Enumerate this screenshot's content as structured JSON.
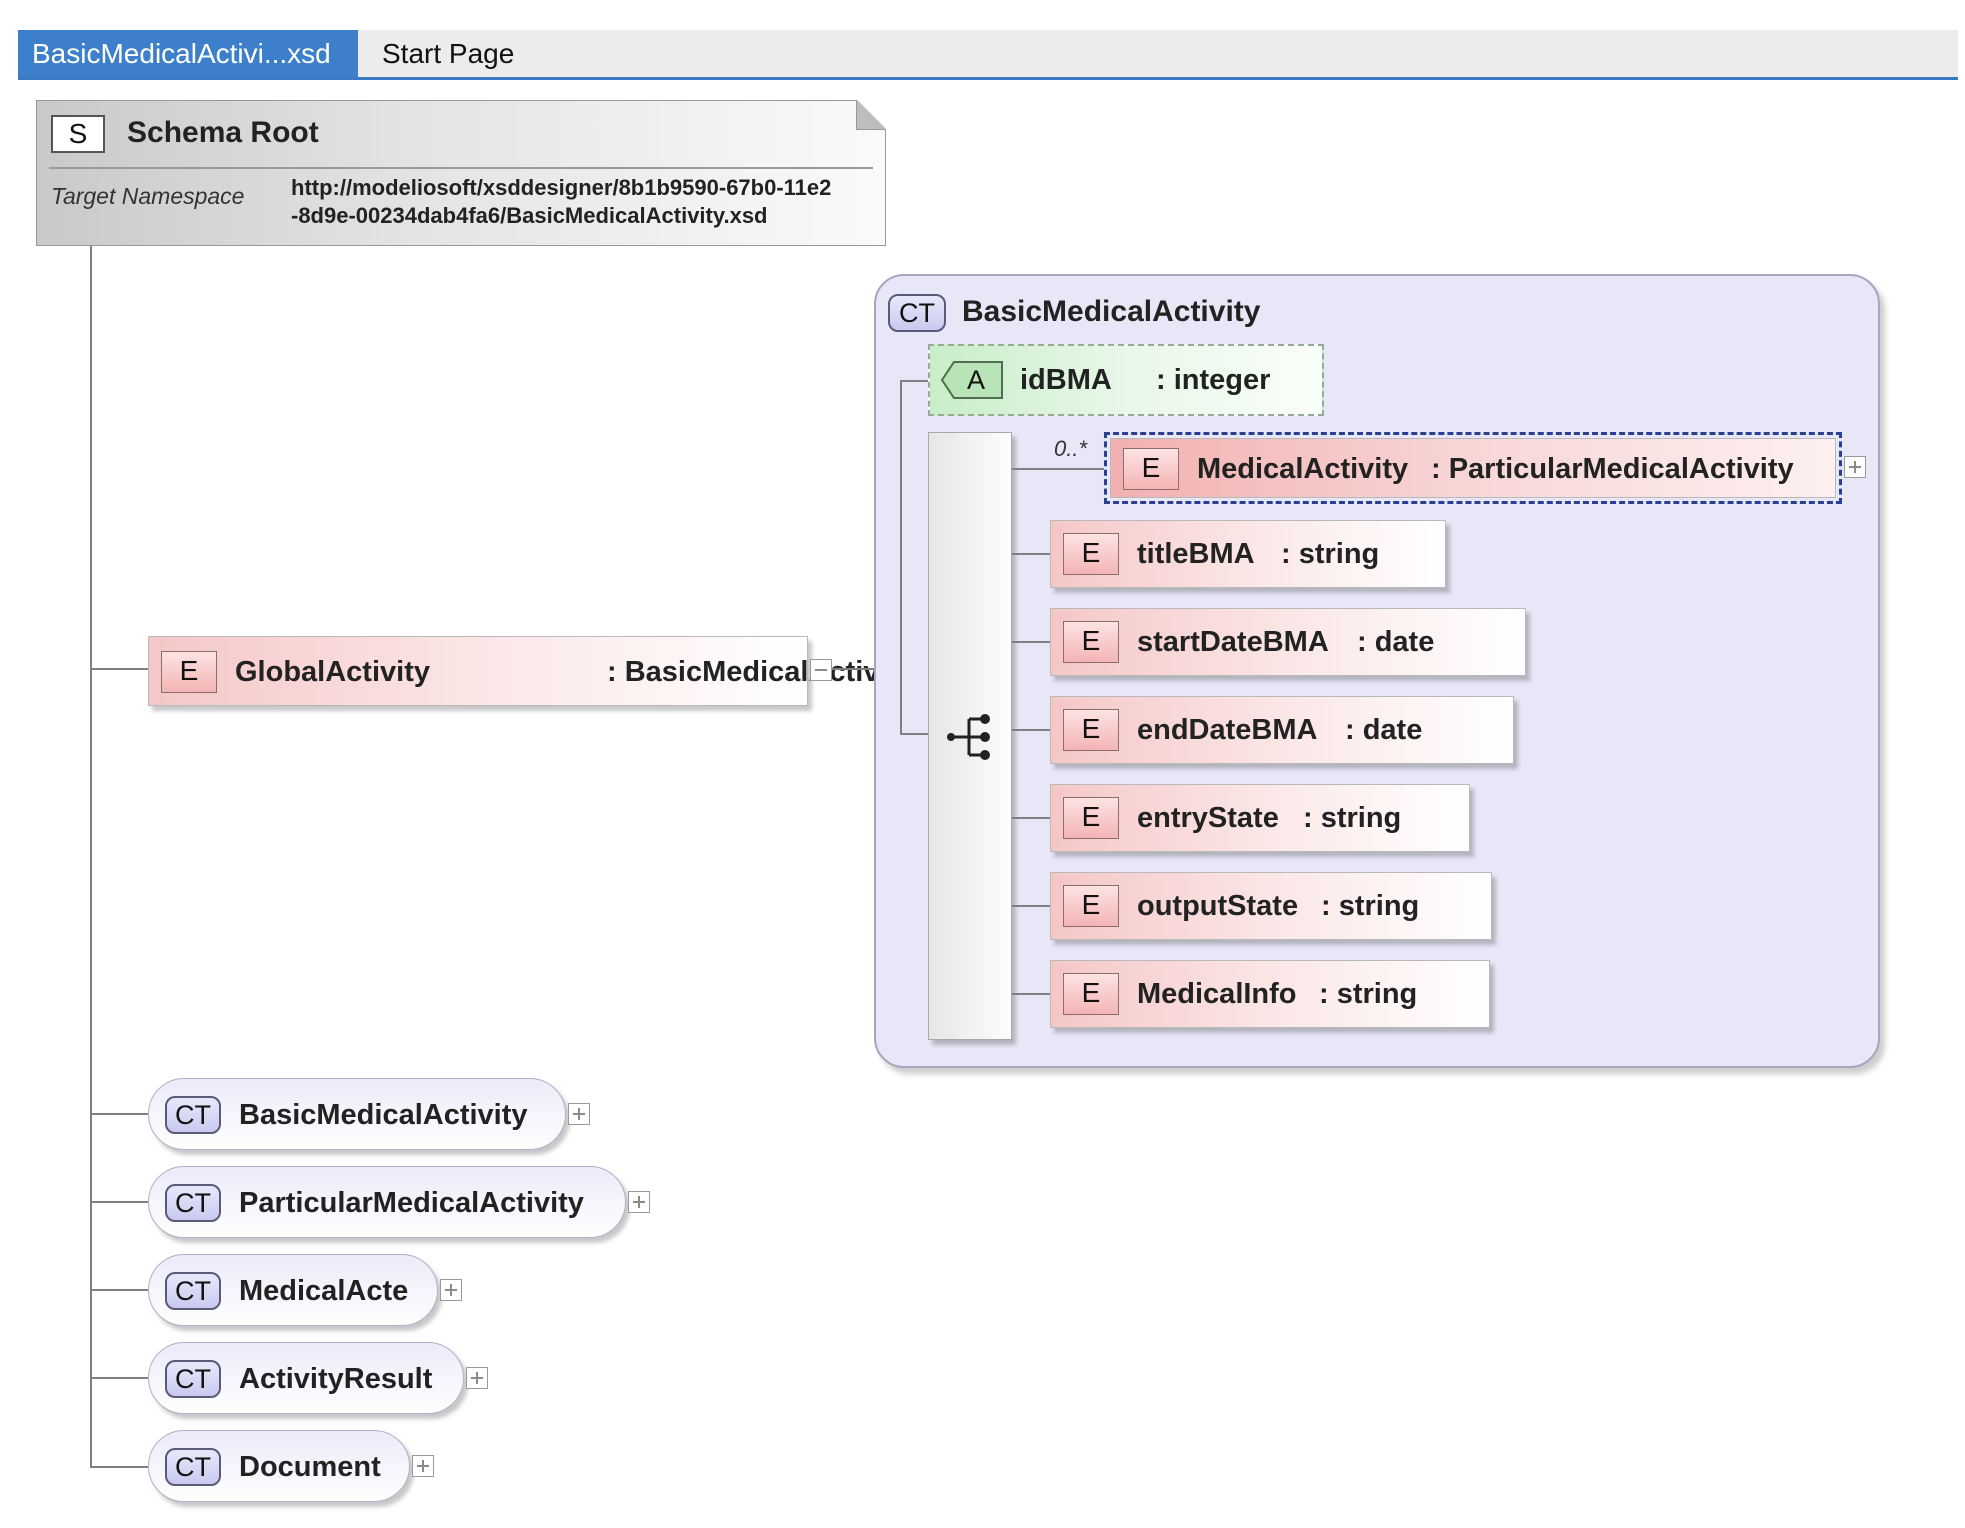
{
  "tabs": [
    {
      "label": "BasicMedicalActivi...xsd",
      "active": true
    },
    {
      "label": "Start Page",
      "active": false
    }
  ],
  "schema_root": {
    "badge": "S",
    "title": "Schema Root",
    "namespace_label": "Target Namespace",
    "namespace_line1": "http://modeliosoft/xsddesigner/8b1b9590-67b0-11e2",
    "namespace_line2": "-8d9e-00234dab4fa6/BasicMedicalActivity.xsd"
  },
  "global_element": {
    "badge": "E",
    "name": "GlobalActivity",
    "type": ": BasicMedicalActivity"
  },
  "complex_type_panel": {
    "badge": "CT",
    "title": "BasicMedicalActivity",
    "attribute": {
      "badge": "A",
      "name": "idBMA",
      "type": ": integer"
    },
    "multiplicity": "0..*",
    "elements": [
      {
        "badge": "E",
        "name": "MedicalActivity",
        "type": ": ParticularMedicalActivity"
      },
      {
        "badge": "E",
        "name": "titleBMA",
        "type": ": string"
      },
      {
        "badge": "E",
        "name": "startDateBMA",
        "type": ": date"
      },
      {
        "badge": "E",
        "name": "endDateBMA",
        "type": ": date"
      },
      {
        "badge": "E",
        "name": "entryState",
        "type": ": string"
      },
      {
        "badge": "E",
        "name": "outputState",
        "type": ": string"
      },
      {
        "badge": "E",
        "name": "MedicalInfo",
        "type": ": string"
      }
    ]
  },
  "complex_types": [
    {
      "badge": "CT",
      "name": "BasicMedicalActivity"
    },
    {
      "badge": "CT",
      "name": "ParticularMedicalActivity"
    },
    {
      "badge": "CT",
      "name": "MedicalActe"
    },
    {
      "badge": "CT",
      "name": "ActivityResult"
    },
    {
      "badge": "CT",
      "name": "Document"
    }
  ],
  "colors": {
    "tab_active": "#3d7fca",
    "element_fill": "#f5c7c7",
    "attribute_fill": "#c9edc9",
    "complex_type_fill": "#e7e7f7",
    "selection_border": "#2a3f8f"
  }
}
